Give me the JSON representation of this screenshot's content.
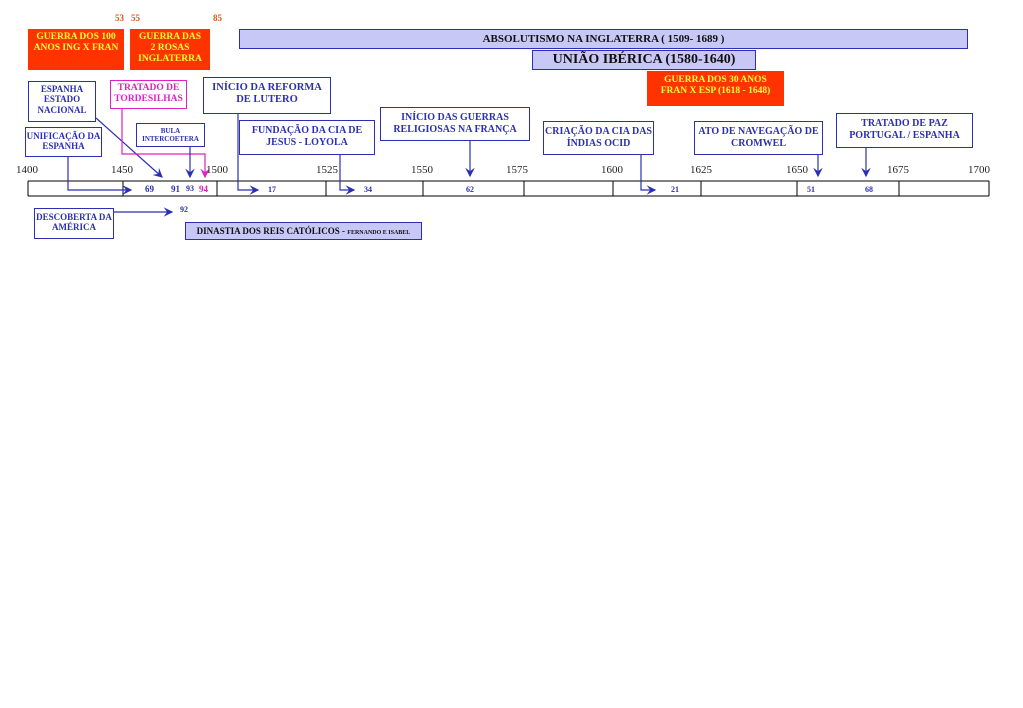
{
  "top_numbers": [
    "53",
    "55",
    "85"
  ],
  "boxes": {
    "guerra_100": "GUERRA DOS 100 ANOS ING X FRAN",
    "guerra_rosas": "GUERRA DAS 2 ROSAS INGLATERRA",
    "absolutismo": "ABSOLUTISMO NA INGLATERRA   ( 1509- 1689 )",
    "uniao_iberica": "UNIÃO IBÉRICA   (1580-1640)",
    "guerra_30": "GUERRA DOS 30 ANOS FRAN X ESP  (1618 - 1648)",
    "espanha_estado": "ESPANHA ESTADO NACIONAL",
    "tordesilhas": "TRATADO DE TORDESILHAS",
    "reforma": "INÍCIO DA REFORMA DE LUTERO",
    "guerras_religiosas": "INÍCIO DAS GUERRAS RELIGIOSAS NA FRANÇA",
    "tratado_paz": "TRATADO DE PAZ PORTUGAL / ESPANHA",
    "bula": "BULA INTERCOETERA",
    "unificacao": "UNIFICAÇÃO DA ESPANHA",
    "cia_jesus": "FUNDAÇÃO DA CIA DE JESUS - LOYOLA",
    "cia_indias": "CRIAÇÃO DA CIA DAS ÍNDIAS OCID",
    "navegacao": "ATO DE NAVEGAÇÃO DE CROMWEL",
    "descoberta": "DESCOBERTA DA AMÉRICA",
    "dinastia": "DINASTIA DOS REIS CATÓLICOS - ",
    "dinastia_small": "FERNANDO E ISABEL"
  },
  "years": [
    "1400",
    "1450",
    "1500",
    "1525",
    "1550",
    "1575",
    "1600",
    "1625",
    "1650",
    "1675",
    "1700"
  ],
  "markers": {
    "m69": "69",
    "m91": "91",
    "m93": "93",
    "m94": "94",
    "m17": "17",
    "m34": "34",
    "m62": "62",
    "m21": "21",
    "m51": "51",
    "m68": "68",
    "m92": "92"
  },
  "colors": {
    "blue": "#2b2fb3",
    "red": "#ff3300",
    "yellow": "#ffff33",
    "lavender": "#c8c8f6",
    "magenta": "#e020c0"
  }
}
